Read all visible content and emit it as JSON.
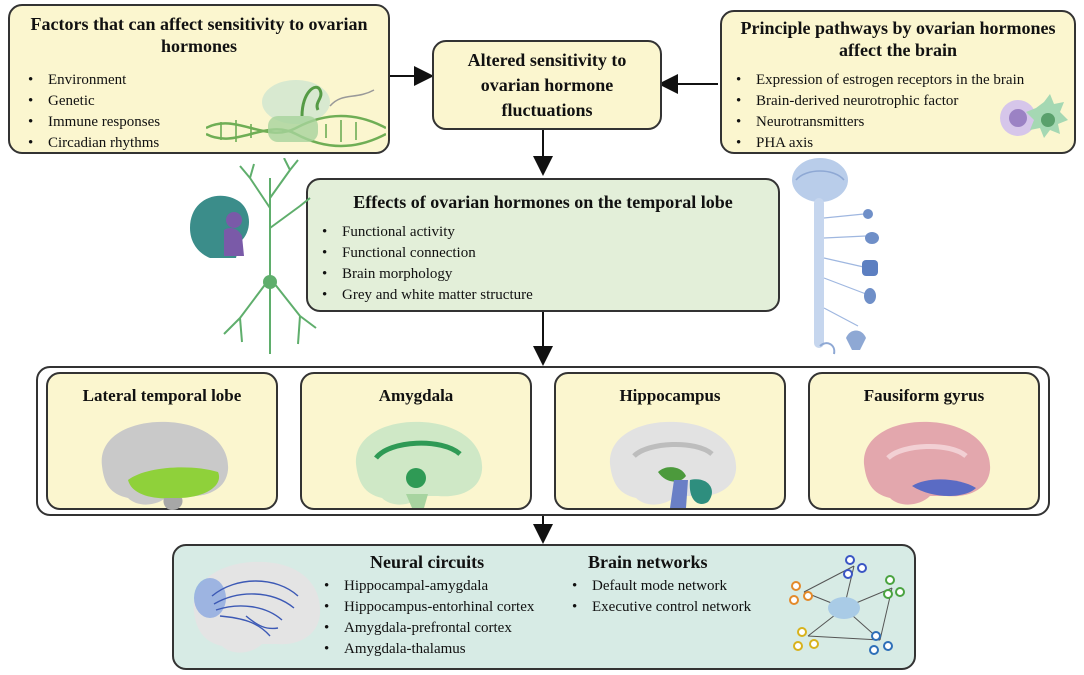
{
  "factors": {
    "title": "Factors that can affect sensitivity to ovarian hormones",
    "items": [
      "Environment",
      "Genetic",
      "Immune responses",
      "Circadian rhythms"
    ]
  },
  "altered": {
    "title": "Altered sensitivity to ovarian hormone fluctuations"
  },
  "pathways": {
    "title": "Principle pathways by ovarian hormones affect the brain",
    "items": [
      "Expression of estrogen receptors in the brain",
      "Brain-derived neurotrophic factor",
      "Neurotransmitters",
      "PHA axis"
    ]
  },
  "effects": {
    "title": "Effects of ovarian hormones on the temporal lobe",
    "items": [
      "Functional activity",
      "Functional connection",
      "Brain morphology",
      "Grey and white matter structure"
    ]
  },
  "regions": [
    {
      "label": "Lateral temporal lobe",
      "highlight_color": "#8fd13a"
    },
    {
      "label": "Amygdala",
      "highlight_color": "#2f9a55"
    },
    {
      "label": "Hippocampus",
      "highlight_color": "#2e8e7e"
    },
    {
      "label": "Fausiform gyrus",
      "highlight_color": "#5a6bc4"
    }
  ],
  "circuits": {
    "title": "Neural circuits",
    "items": [
      "Hippocampal-amygdala",
      "Hippocampus-entorhinal cortex",
      "Amygdala-prefrontal cortex",
      "Amygdala-thalamus"
    ]
  },
  "networks": {
    "title": "Brain networks",
    "items": [
      "Default mode network",
      "Executive control network"
    ]
  }
}
